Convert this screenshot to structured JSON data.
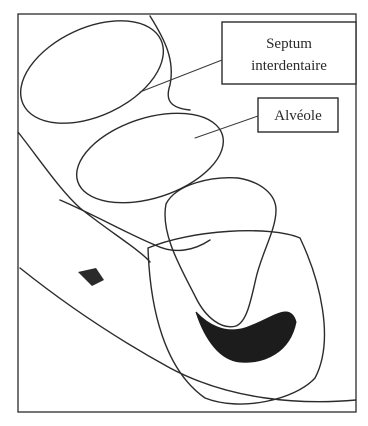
{
  "labels": {
    "septum_line1": "Septum",
    "septum_line2": "interdentaire",
    "alveole": "Alvéole"
  },
  "colors": {
    "paper": "#ffffff",
    "ink": "#2b2b2b",
    "dark_tissue": "#1c1c1c"
  }
}
